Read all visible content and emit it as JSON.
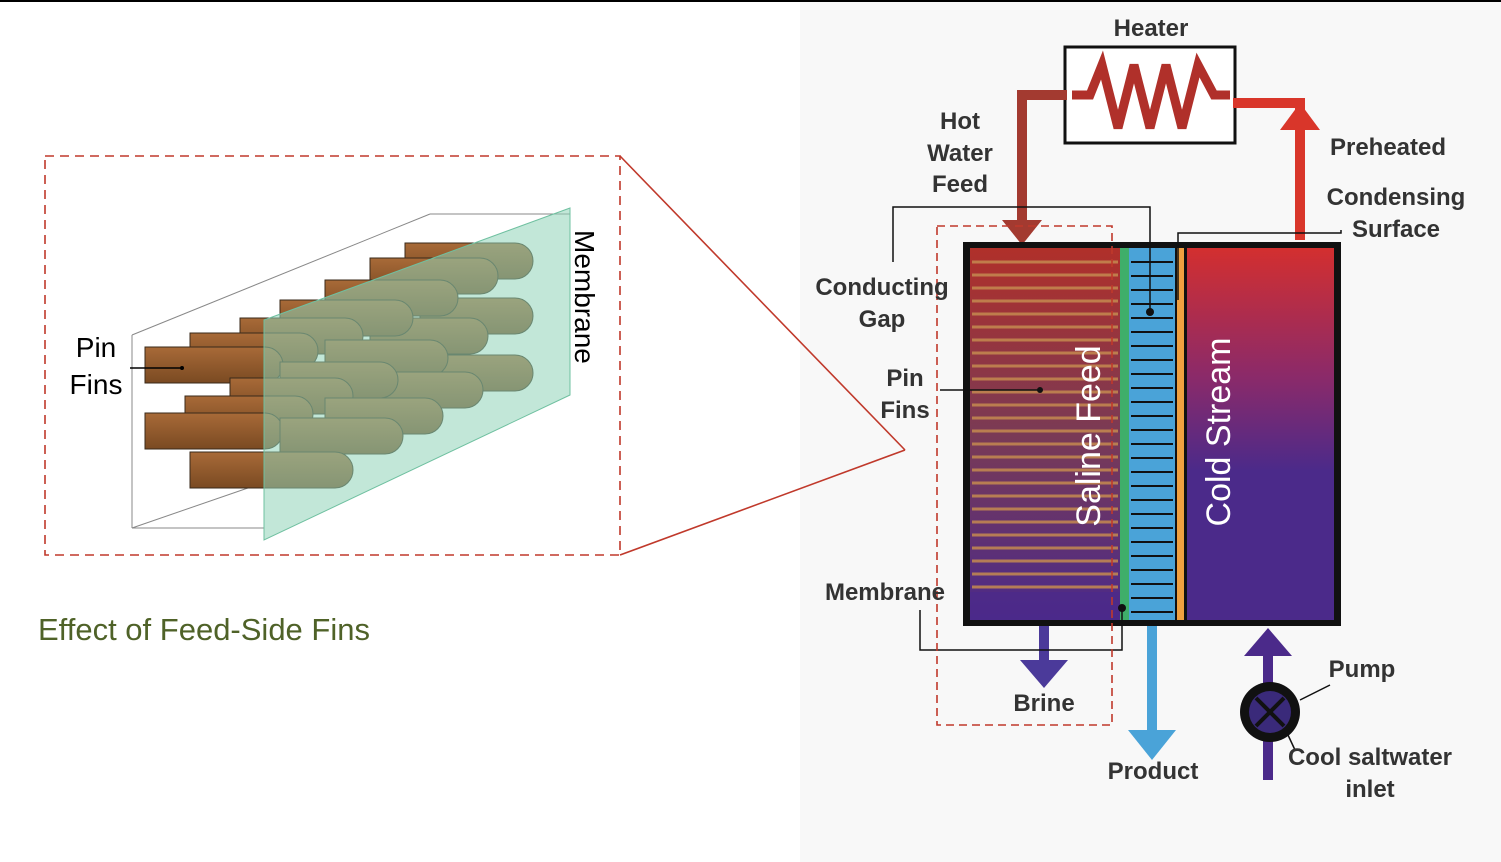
{
  "caption": "Effect of Feed-Side Fins",
  "zoom_panel": {
    "pin_fins_line1": "Pin",
    "pin_fins_line2": "Fins",
    "membrane_label": "Membrane"
  },
  "schematic": {
    "heater": "Heater",
    "hot_feed_line1": "Hot",
    "hot_feed_line2": "Water",
    "hot_feed_line3": "Feed",
    "preheated": "Preheated",
    "condensing_line1": "Condensing",
    "condensing_line2": "Surface",
    "conducting_line1": "Conducting",
    "conducting_line2": "Gap",
    "pin_fins_line1": "Pin",
    "pin_fins_line2": "Fins",
    "saline_feed": "Saline Feed",
    "cold_stream": "Cold Stream",
    "membrane": "Membrane",
    "brine": "Brine",
    "product": "Product",
    "pump": "Pump",
    "cool_inlet_line1": "Cool saltwater",
    "cool_inlet_line2": "inlet"
  },
  "colors": {
    "hot": "#b0302a",
    "cold": "#4b2a8a",
    "product": "#4aa3d8",
    "membrane": "#3fae6a",
    "fins": "#8b5a2b",
    "dashed_box": "#c0392b",
    "caption": "#4f6228"
  }
}
